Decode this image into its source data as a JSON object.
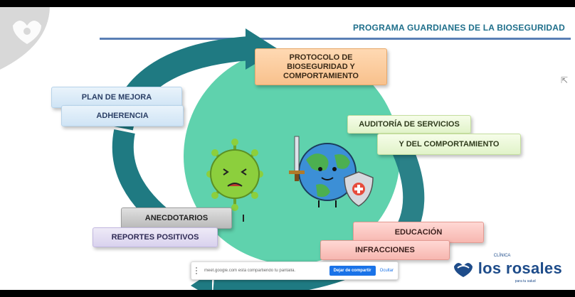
{
  "header": {
    "title": "PROGRAMA  GUARDIANES DE LA BIOSEGURIDAD"
  },
  "diagram": {
    "boxes": {
      "protocolo": "PROTOCOLO DE BIOSEGURIDAD Y COMPORTAMIENTO",
      "plan_de_mejora": "PLAN DE MEJORA",
      "adherencia": "ADHERENCIA",
      "auditoria": "AUDITORÍA DE SERVICIOS",
      "comportamiento": "Y DEL COMPORTAMIENTO",
      "anecdotarios": "ANECDOTARIOS",
      "reportes_positivos": "REPORTES POSITIVOS",
      "educacion": "EDUCACIÓN",
      "infracciones": "INFRACCIONES"
    }
  },
  "share_bar": {
    "message": "meet.google.com está compartiendo tu pantalla.",
    "stop_label": "Dejar de compartir",
    "hide_label": "Ocultar"
  },
  "brand": {
    "name": "los rosales",
    "sub": "CLÍNICA",
    "tagline": "para tu salud"
  },
  "icons": {
    "top_left_logo": "heart-hand-logo-icon",
    "brand_logo": "heart-logo-icon",
    "cursor": "cursor-arrow-icon"
  },
  "colors": {
    "cycle_teal": "#1f7a82",
    "circle": "#5fd2ad",
    "title": "#1f6f8b",
    "title_line": "#5a7fb5",
    "virus": "#8ccf3d",
    "earth_ocean": "#3c8fd6",
    "brand": "#1e4c8a"
  }
}
